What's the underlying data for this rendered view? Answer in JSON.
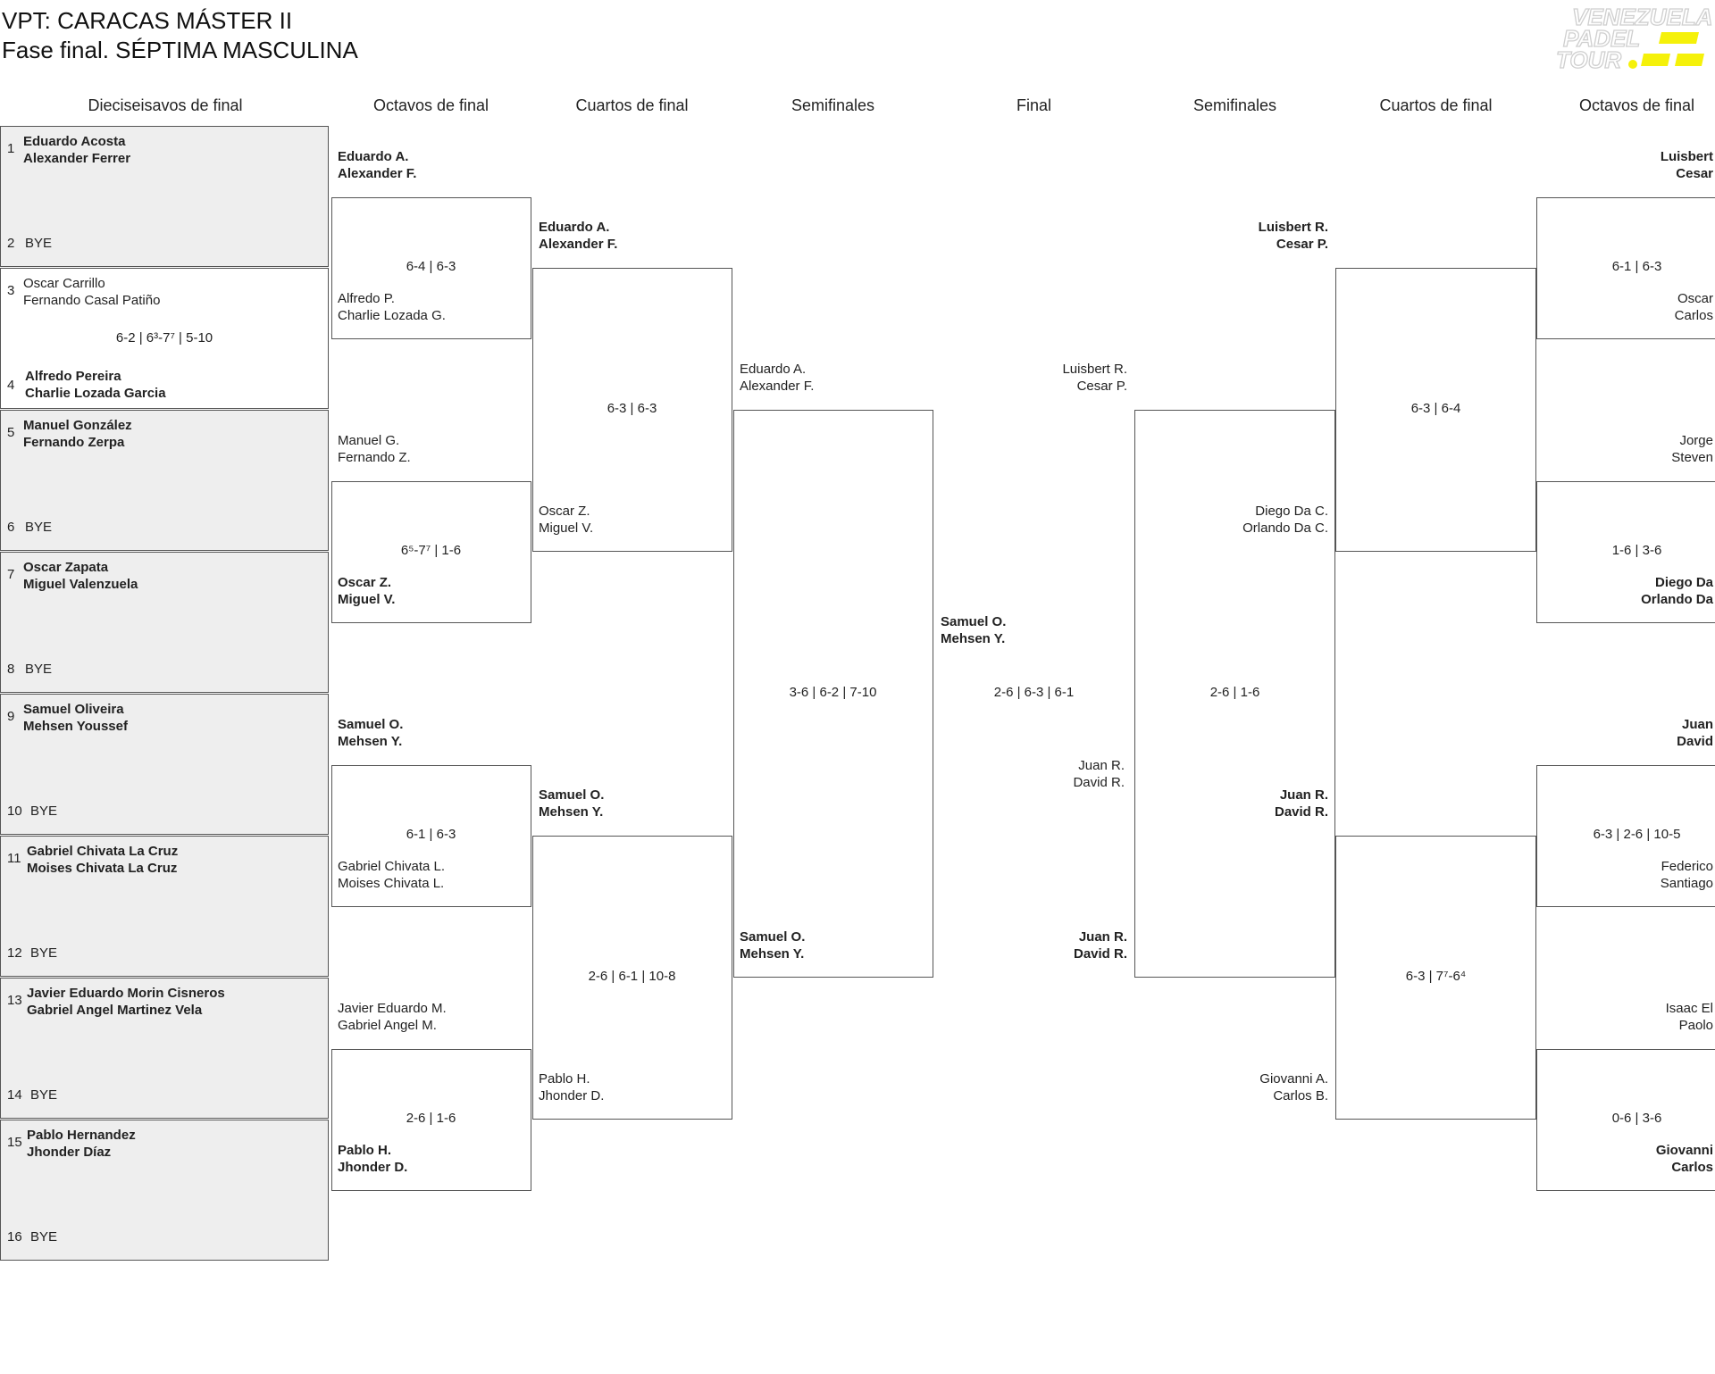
{
  "header": {
    "title": "VPT: CARACAS MÁSTER II",
    "subtitle": "Fase final. SÉPTIMA MASCULINA",
    "logo_text": [
      "VENEZUELA",
      "PADEL",
      "TOUR"
    ]
  },
  "colors": {
    "logo_yellow": "#f5f10a",
    "logo_text": "#cfcfcf",
    "line": "#555555",
    "shade": "#eeeeee"
  },
  "rounds": {
    "left": [
      "Dieciseisavos de final",
      "Octavos de final",
      "Cuartos de final",
      "Semifinales"
    ],
    "center": "Final",
    "right": [
      "Semifinales",
      "Cuartos de final",
      "Octavos de final"
    ]
  },
  "r16": [
    {
      "seed_a": "1",
      "team_a": [
        "Eduardo Acosta",
        "Alexander Ferrer"
      ],
      "seed_b": "2",
      "team_b": "BYE",
      "score": ""
    },
    {
      "seed_a": "3",
      "team_a": [
        "Oscar Carrillo",
        "Fernando Casal Patiño"
      ],
      "seed_b": "4",
      "team_b": [
        "Alfredo Pereira",
        "Charlie Lozada Garcia"
      ],
      "score": "6-2 | 6³-7⁷ | 5-10"
    },
    {
      "seed_a": "5",
      "team_a": [
        "Manuel González",
        "Fernando Zerpa"
      ],
      "seed_b": "6",
      "team_b": "BYE",
      "score": ""
    },
    {
      "seed_a": "7",
      "team_a": [
        "Oscar Zapata",
        "Miguel Valenzuela"
      ],
      "seed_b": "8",
      "team_b": "BYE",
      "score": ""
    },
    {
      "seed_a": "9",
      "team_a": [
        "Samuel Oliveira",
        "Mehsen Youssef"
      ],
      "seed_b": "10",
      "team_b": "BYE",
      "score": ""
    },
    {
      "seed_a": "11",
      "team_a": [
        "Gabriel Chivata La Cruz",
        "Moises Chivata La Cruz"
      ],
      "seed_b": "12",
      "team_b": "BYE",
      "score": ""
    },
    {
      "seed_a": "13",
      "team_a": [
        "Javier Eduardo Morin Cisneros",
        "Gabriel Angel Martinez Vela"
      ],
      "seed_b": "14",
      "team_b": "BYE",
      "score": ""
    },
    {
      "seed_a": "15",
      "team_a": [
        "Pablo Hernandez",
        "Jhonder Díaz"
      ],
      "seed_b": "16",
      "team_b": "BYE",
      "score": ""
    }
  ],
  "left_r8": [
    {
      "a": [
        "Eduardo A.",
        "Alexander F."
      ],
      "b": [
        "Alfredo P.",
        "Charlie Lozada G."
      ],
      "score": "6-4 | 6-3",
      "winner": "a"
    },
    {
      "a": [
        "Manuel G.",
        "Fernando Z."
      ],
      "b": [
        "Oscar Z.",
        "Miguel V."
      ],
      "score": "6⁵-7⁷ | 1-6",
      "winner": "b"
    },
    {
      "a": [
        "Samuel O.",
        "Mehsen Y."
      ],
      "b": [
        "Gabriel Chivata L.",
        "Moises Chivata L."
      ],
      "score": "6-1 | 6-3",
      "winner": "a"
    },
    {
      "a": [
        "Javier Eduardo M.",
        "Gabriel Angel M."
      ],
      "b": [
        "Pablo H.",
        "Jhonder D."
      ],
      "score": "2-6 | 1-6",
      "winner": "b"
    }
  ],
  "left_qf": [
    {
      "a": [
        "Eduardo A.",
        "Alexander F."
      ],
      "b": [
        "Oscar Z.",
        "Miguel V."
      ],
      "score": "6-3 | 6-3",
      "winner": "a"
    },
    {
      "a": [
        "Samuel O.",
        "Mehsen Y."
      ],
      "b": [
        "Pablo H.",
        "Jhonder D."
      ],
      "score": "2-6 | 6-1 | 10-8",
      "winner": "a"
    }
  ],
  "left_sf": {
    "a": [
      "Eduardo A.",
      "Alexander F."
    ],
    "b": [
      "Samuel O.",
      "Mehsen Y."
    ],
    "score": "3-6 | 6-2 | 7-10",
    "winner": "b"
  },
  "final": {
    "a": [
      "Samuel O.",
      "Mehsen Y."
    ],
    "b": [
      "Juan R.",
      "David R."
    ],
    "score": "2-6 | 6-3 | 6-1",
    "winner": "a"
  },
  "right_sf": {
    "a": [
      "Luisbert R.",
      "Cesar P."
    ],
    "b": [
      "Juan R.",
      "David R."
    ],
    "score": "2-6 | 1-6",
    "winner": "b"
  },
  "right_qf": [
    {
      "a": [
        "Luisbert R.",
        "Cesar P."
      ],
      "b": [
        "Diego Da C.",
        "Orlando Da C."
      ],
      "score": "6-3 | 6-4",
      "winner": "a"
    },
    {
      "a": [
        "Juan R.",
        "David R."
      ],
      "b": [
        "Giovanni A.",
        "Carlos B."
      ],
      "score": "6-3 | 7⁷-6⁴",
      "winner": "a"
    }
  ],
  "right_r8": [
    {
      "a": [
        "Luisbert",
        "Cesar"
      ],
      "b": [
        "Oscar",
        "Carlos"
      ],
      "score": "6-1 | 6-3",
      "winner": "a"
    },
    {
      "a": [
        "Jorge",
        "Steven"
      ],
      "b": [
        "Diego Da",
        "Orlando Da"
      ],
      "score": "1-6 | 3-6",
      "winner": "b"
    },
    {
      "a": [
        "Juan",
        "David"
      ],
      "b": [
        "Federico",
        "Santiago"
      ],
      "score": "6-3 | 2-6 | 10-5",
      "winner": "a"
    },
    {
      "a": [
        "Isaac El",
        "Paolo"
      ],
      "b": [
        "Giovanni",
        "Carlos"
      ],
      "score": "0-6 | 3-6",
      "winner": "b"
    }
  ]
}
